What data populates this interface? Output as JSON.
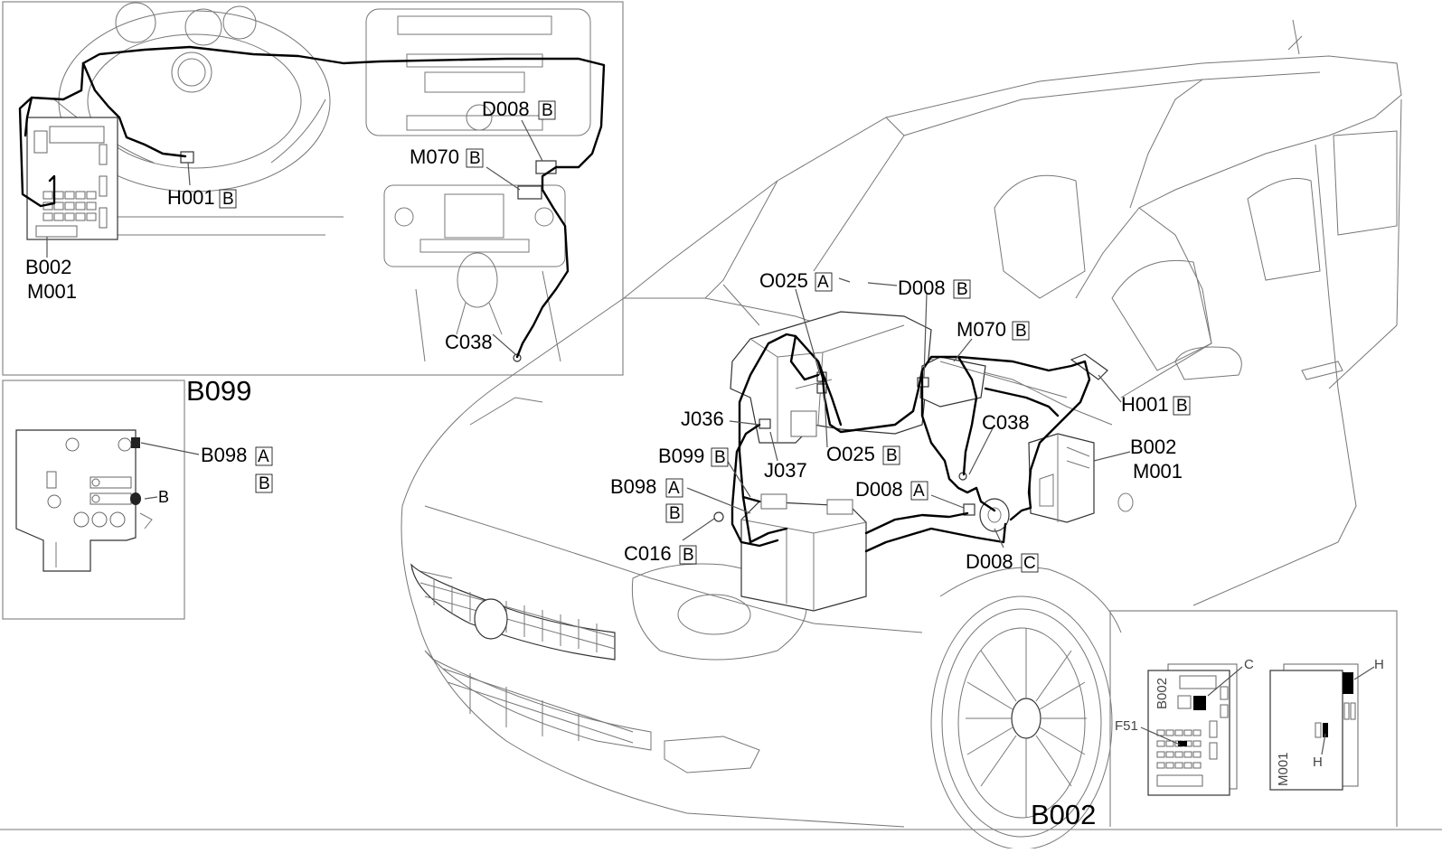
{
  "labels": {
    "d008b_top": "D008",
    "m070b_top": "M070",
    "h001b_top": "H001",
    "b002_top": "B002",
    "m001_top": "M001",
    "c038_top": "C038",
    "b099_title": "B099",
    "b098_inset": "B098",
    "b_small_inset": "B",
    "o025a": "O025",
    "d008b_main": "D008",
    "m070b_main": "M070",
    "j036": "J036",
    "c038_main": "C038",
    "h001b_main": "H001",
    "b099b": "B099",
    "o025b": "O025",
    "j037": "J037",
    "b002_main": "B002",
    "m001_main": "M001",
    "b098a_main": "B098",
    "d008a": "D008",
    "c016b": "C016",
    "d008c": "D008",
    "c_fuse": "C",
    "f51": "F51",
    "h_top": "H",
    "h_bottom": "H",
    "b002_vert": "B002",
    "m001_vert": "M001",
    "b002_bottom_title": "B002"
  },
  "boxed": {
    "A": "A",
    "B": "B",
    "C": "C"
  }
}
